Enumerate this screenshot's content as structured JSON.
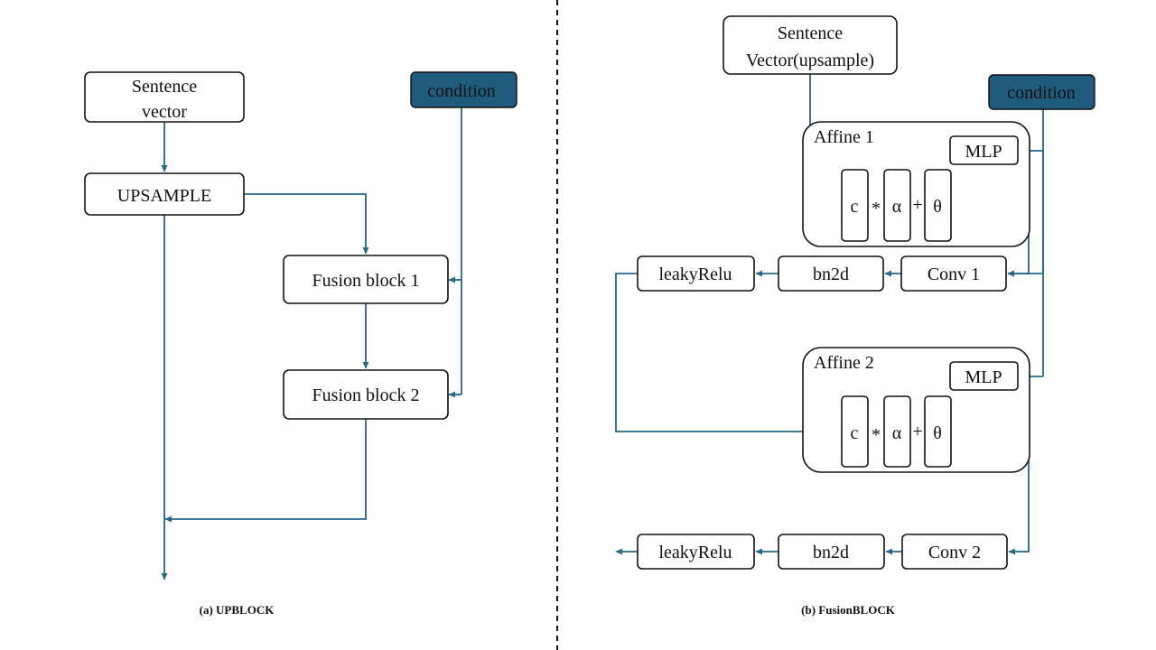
{
  "colors": {
    "condition_fill": "#1e5b7d",
    "arrow": "#26678a"
  },
  "panel_a": {
    "sentence_vector_line1": "Sentence",
    "sentence_vector_line2": "vector",
    "condition": "condition",
    "upsample": "UPSAMPLE",
    "fusion_block_1": "Fusion block 1",
    "fusion_block_2": "Fusion block 2",
    "caption": "(a) UPBLOCK"
  },
  "panel_b": {
    "sentence_vector_line1": "Sentence",
    "sentence_vector_line2": "Vector(upsample)",
    "condition": "condition",
    "affine1": {
      "title": "Affine 1",
      "mlp": "MLP",
      "c": "c",
      "mul": "*",
      "alpha": "α",
      "plus": "+",
      "theta": "θ"
    },
    "affine2": {
      "title": "Affine 2",
      "mlp": "MLP",
      "c": "c",
      "mul": "*",
      "alpha": "α",
      "plus": "+",
      "theta": "θ"
    },
    "conv1": "Conv 1",
    "bn2d_1": "bn2d",
    "leakyrelu_1": "leakyRelu",
    "conv2": "Conv 2",
    "bn2d_2": "bn2d",
    "leakyrelu_2": "leakyRelu",
    "caption": "(b) FusionBLOCK"
  }
}
